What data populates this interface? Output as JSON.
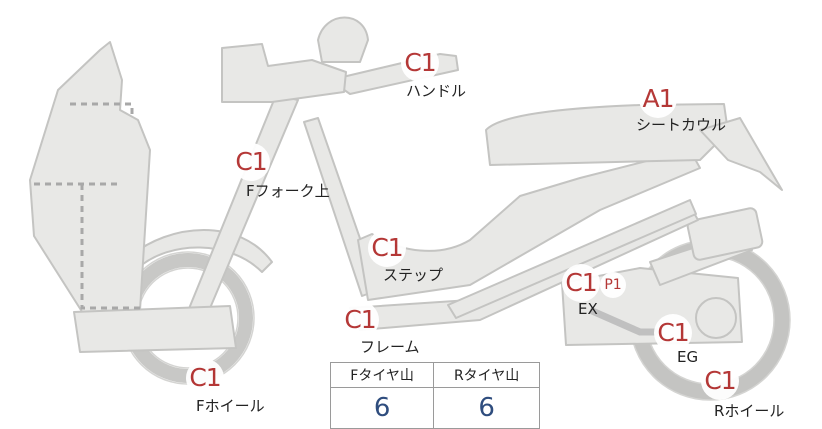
{
  "parts": [
    {
      "id": "handle",
      "grade": "C1",
      "label": "ハンドル"
    },
    {
      "id": "seat-cowl",
      "grade": "A1",
      "label": "シートカウル"
    },
    {
      "id": "f-fork",
      "grade": "C1",
      "label": "Fフォーク上"
    },
    {
      "id": "step",
      "grade": "C1",
      "label": "ステップ"
    },
    {
      "id": "ex",
      "grade": "C1",
      "sub_grade": "P1",
      "label": "EX"
    },
    {
      "id": "frame",
      "grade": "C1",
      "label": "フレーム"
    },
    {
      "id": "eg",
      "grade": "C1",
      "label": "EG"
    },
    {
      "id": "f-wheel",
      "grade": "C1",
      "label": "Fホイール"
    },
    {
      "id": "r-wheel",
      "grade": "C1",
      "label": "Rホイール"
    }
  ],
  "tread": {
    "front_label": "Fタイヤ山",
    "rear_label": "Rタイヤ山",
    "front_value": "6",
    "rear_value": "6"
  },
  "colors": {
    "body_fill": "#e8e8e6",
    "outline": "#c4c4c2",
    "dashed": "#a8a8a8",
    "grade_red": "#b2302f",
    "tread_blue": "#2f4d7e"
  }
}
